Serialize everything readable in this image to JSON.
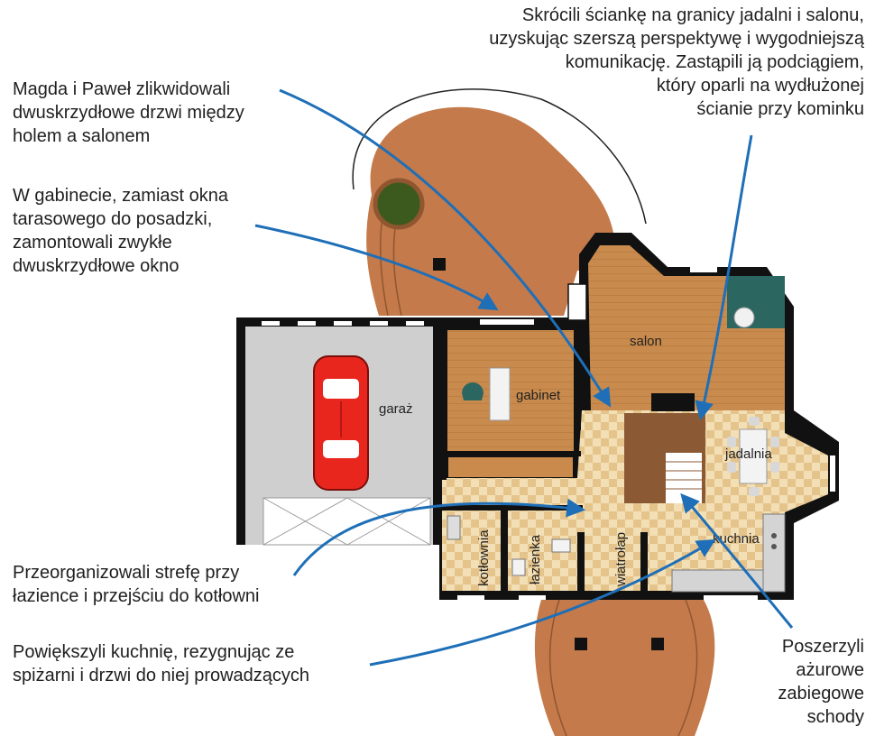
{
  "annotations": {
    "wall": "Skrócili ściankę na granicy jadalni i salonu,\nuzyskując szerszą perspektywę i wygodniejszą\nkomunikację. Zastąpili ją podciągiem,\nktóry oparli na wydłużonej\nścianie przy kominku",
    "doors": "Magda i Paweł zlikwidowali\ndwuskrzydłowe drzwi między\nholem a salonem",
    "office": "W gabinecie, zamiast okna\ntarasowego do posadzki,\nzamontowali zwykłe\ndwuskrzydłowe okno",
    "bathroom": "Przeorganizowali strefę przy\nłazience i przejściu do kotłowni",
    "kitchen": "Powiększyli kuchnię, rezygnując ze\nspiżarni i drzwi do niej prowadzących",
    "stairs": "Poszerzyli\nażurowe\nzabiegowe\nschody"
  },
  "rooms": {
    "salon": "salon",
    "gabinet": "gabinet",
    "garaz": "garaż",
    "jadalnia": "jadalnia",
    "kuchnia": "kuchnia",
    "kotlownia": "kotłownia",
    "lazienka": "łazienka",
    "wiatrolap": "wiatrołap"
  },
  "colors": {
    "arrow": "#1e6fb8",
    "terrace": "#c47a4a",
    "wood": "#c98a4c",
    "wall": "#111111",
    "garage": "#cfcfcf",
    "tile_a": "#f2ddb4",
    "tile_b": "#e6c48e",
    "car": "#e8261e",
    "teal": "#2c6661"
  }
}
